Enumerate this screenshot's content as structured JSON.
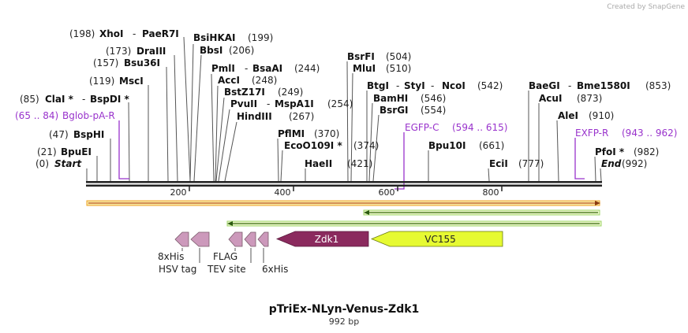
{
  "credit": "Created by SnapGene",
  "plasmid": {
    "name": "pTriEx-NLyn-Venus-Zdk1",
    "length_label": "992 bp"
  },
  "ruler_ticks": [
    "200",
    "400",
    "600",
    "800"
  ],
  "sites": [
    {
      "pos": "(198)",
      "name": "XhoI",
      "sep": "-",
      "name2": "PaeR7I"
    },
    {
      "pos": "(173)",
      "name": "DraIII"
    },
    {
      "pos": "(157)",
      "name": "Bsu36I"
    },
    {
      "pos": "(119)",
      "name": "MscI"
    },
    {
      "pos": "(85)",
      "name": "ClaI *",
      "sep": "-",
      "name2": "BspDI *"
    },
    {
      "pos": "(47)",
      "name": "BspHI"
    },
    {
      "pos": "(21)",
      "name": "BpuEI"
    },
    {
      "pos": "(0)",
      "name": "Start"
    },
    {
      "name": "BsiHKAI",
      "pos": "(199)"
    },
    {
      "name": "BbsI",
      "pos": "(206)"
    },
    {
      "name": "PmlI",
      "sep": "-",
      "name2": "BsaAI",
      "pos": "(244)"
    },
    {
      "name": "AccI",
      "pos": "(248)"
    },
    {
      "name": "BstZ17I",
      "pos": "(249)"
    },
    {
      "name": "PvuII",
      "sep": "-",
      "name2": "MspA1I",
      "pos": "(254)"
    },
    {
      "name": "HindIII",
      "pos": "(267)"
    },
    {
      "name": "PflMI",
      "pos": "(370)"
    },
    {
      "name": "EcoO109I *",
      "pos": "(374)"
    },
    {
      "name": "HaeII",
      "pos": "(421)"
    },
    {
      "name": "BsrFI",
      "pos": "(504)"
    },
    {
      "name": "MluI",
      "pos": "(510)"
    },
    {
      "name": "BtgI",
      "sep": "-",
      "name2": "StyI",
      "sep2": "-",
      "name3": "NcoI",
      "pos": "(542)"
    },
    {
      "name": "BamHI",
      "pos": "(546)"
    },
    {
      "name": "BsrGI",
      "pos": "(554)"
    },
    {
      "name": "Bpu10I",
      "pos": "(661)"
    },
    {
      "name": "EciI",
      "pos": "(777)"
    },
    {
      "name": "BaeGI",
      "sep": "-",
      "name2": "Bme1580I",
      "pos": "(853)"
    },
    {
      "name": "AcuI",
      "pos": "(873)"
    },
    {
      "name": "AleI",
      "pos": "(910)"
    },
    {
      "name": "PfoI *",
      "pos": "(982)"
    },
    {
      "name": "End",
      "pos": "(992)"
    }
  ],
  "primers": [
    {
      "name": "Bglob-pA-R",
      "range": "(65 .. 84)"
    },
    {
      "name": "EGFP-C",
      "range": "(594 .. 615)"
    },
    {
      "name": "EXFP-R",
      "range": "(943 .. 962)"
    }
  ],
  "features": [
    {
      "name": "Zdk1",
      "color": "#8b2a5e"
    },
    {
      "name": "VC155",
      "color": "#e6fa32"
    },
    {
      "name": "8xHis"
    },
    {
      "name": "HSV tag"
    },
    {
      "name": "FLAG"
    },
    {
      "name": "TEV site"
    },
    {
      "name": "6xHis"
    }
  ],
  "colors": {
    "orf_orange": "#f0a020",
    "orf_green": "#66bb22",
    "tag": "#cc99bb",
    "primer": "#9933cc"
  }
}
